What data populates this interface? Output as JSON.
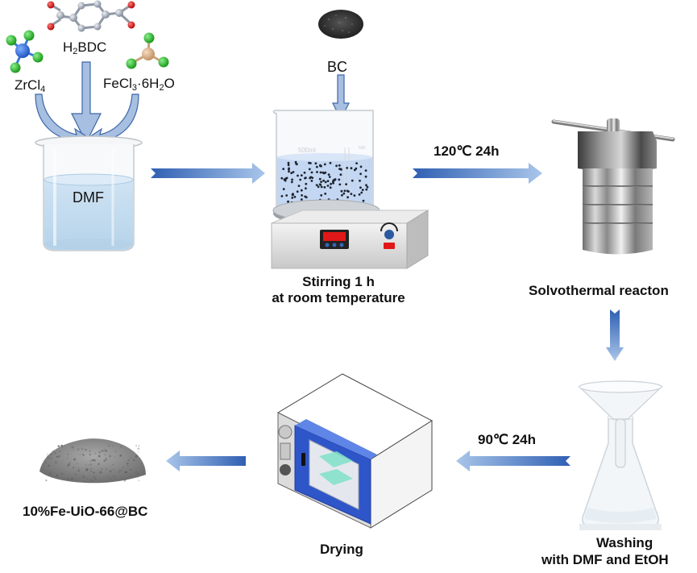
{
  "diagram": {
    "type": "synthesis-flowchart",
    "reagents": {
      "zrcl4": {
        "base": "ZrCl",
        "sub": "4"
      },
      "h2bdc": {
        "pre": "H",
        "sub": "2",
        "post": "BDC"
      },
      "fecl3": {
        "base": "FeCl",
        "sub1": "3",
        "mid": "·6H",
        "sub2": "2",
        "post": "O"
      },
      "solvent": "DMF",
      "bc": "BC"
    },
    "steps": [
      {
        "id": "stirring",
        "line1": "Stirring 1 h",
        "line2": "at room temperature"
      },
      {
        "id": "solvothermal",
        "line1": "Solvothermal reacton"
      },
      {
        "id": "washing",
        "line1": "Washing",
        "line2": "with DMF and EtOH"
      },
      {
        "id": "drying",
        "line1": "Drying"
      },
      {
        "id": "product",
        "line1": "10%Fe-UiO-66@BC"
      }
    ],
    "arrow_labels": {
      "to_solvothermal": "120℃  24h",
      "to_drying": "90℃  24h"
    },
    "beaker_marks": {
      "volume": "500ml",
      "tick": "500"
    },
    "colors": {
      "arrow_dark": "#2f5fb3",
      "arrow_light": "#a9c6ea",
      "arrow_outline": "#3c68b0",
      "liquid": "#cfe3f3",
      "oven_blue": "#2f56c8",
      "zr_atom": "#1e5fd8",
      "cl_atom": "#22b322",
      "fe_atom": "#e0b48c",
      "o_atom": "#d01010",
      "c_atom": "#a8b0bc"
    }
  }
}
